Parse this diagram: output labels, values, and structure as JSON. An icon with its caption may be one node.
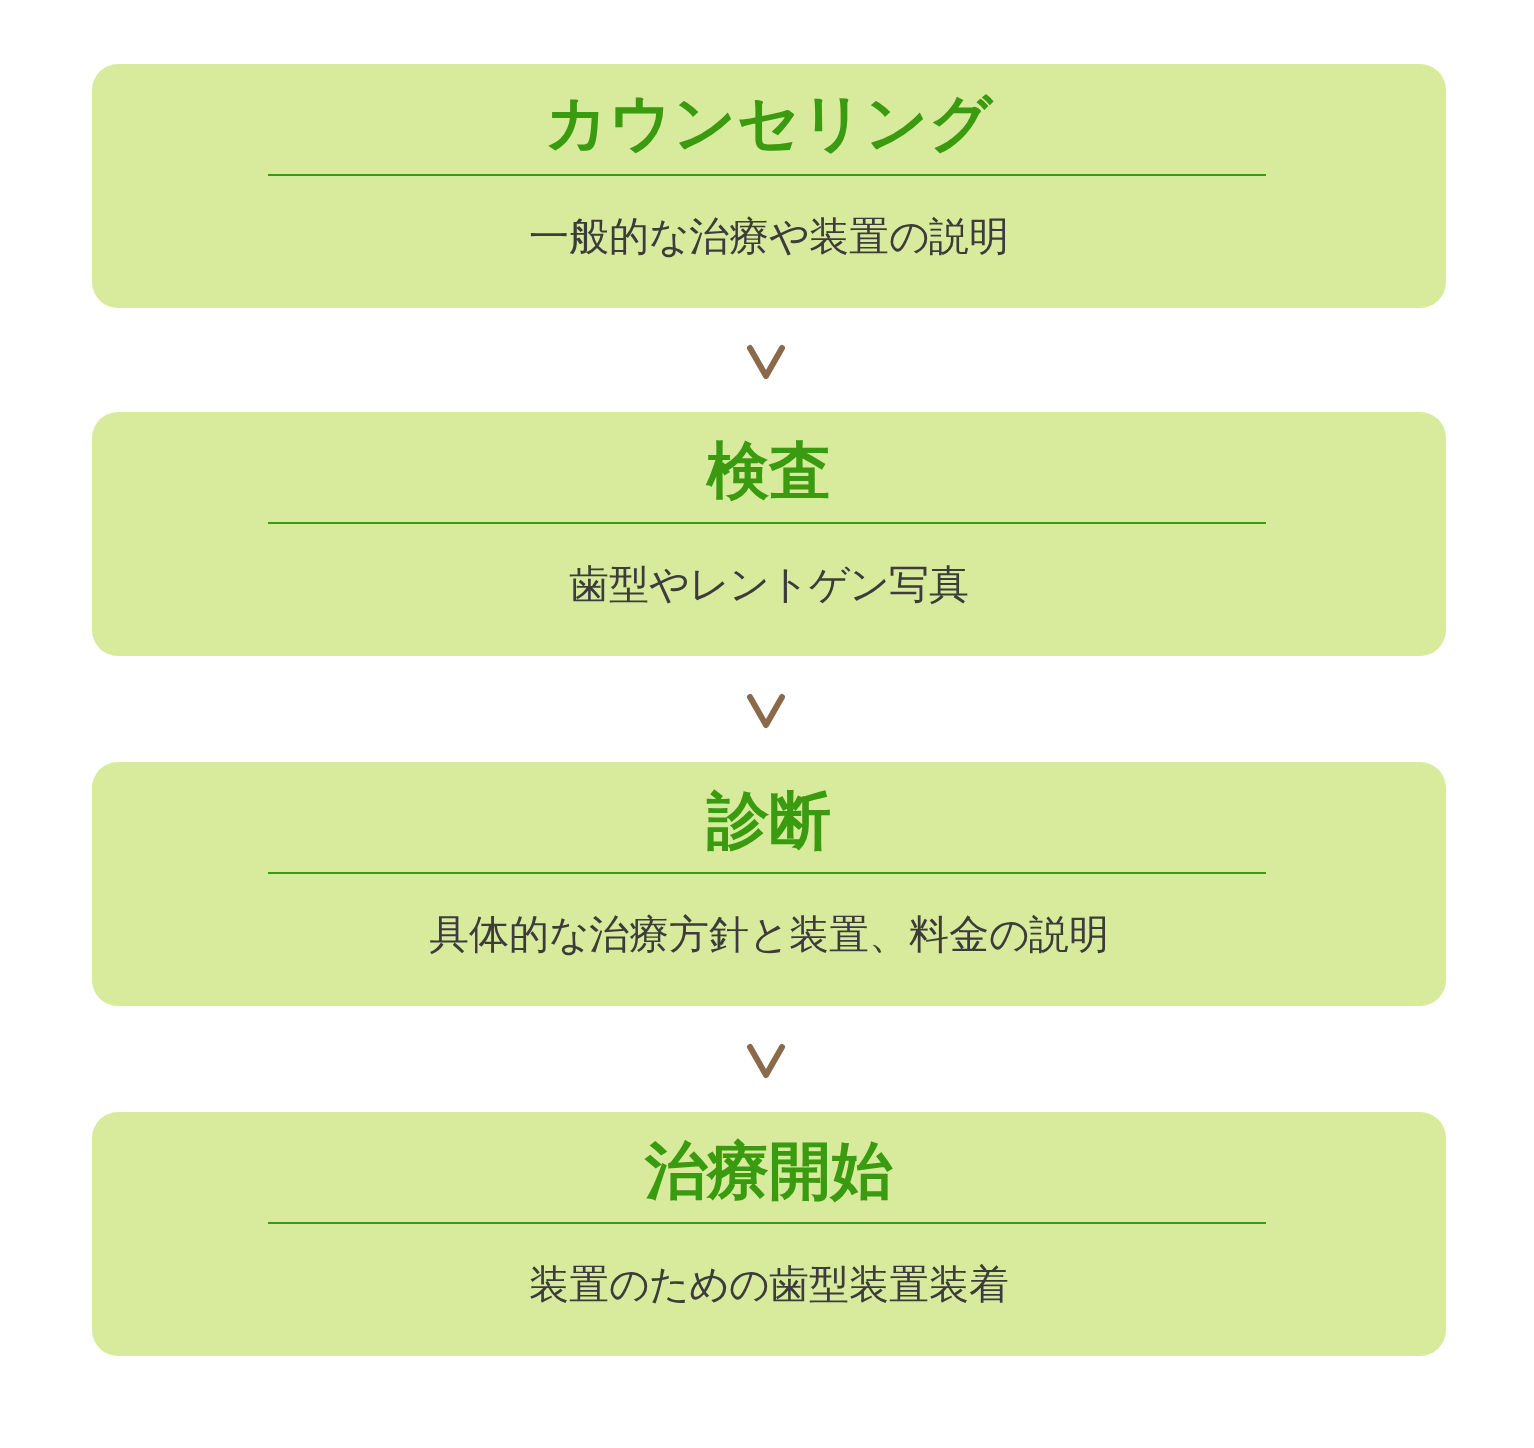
{
  "diagram": {
    "nodes": [
      {
        "text": [
          "カウンセリング",
          "一般的な治療や装置の説明"
        ]
      },
      {
        "text": [
          "検査",
          "歯型やレントゲン写真"
        ]
      },
      {
        "text": [
          "診断",
          "具体的な治療方針と装置、料金の説明"
        ]
      },
      {
        "text": [
          "治療開始",
          "装置のための歯型装置装着"
        ]
      }
    ],
    "edges": [
      {
        "from": 0,
        "to": 1,
        "arrow": "to"
      },
      {
        "from": 1,
        "to": 2,
        "arrow": "to"
      },
      {
        "from": 2,
        "to": 3,
        "arrow": "to"
      }
    ]
  }
}
